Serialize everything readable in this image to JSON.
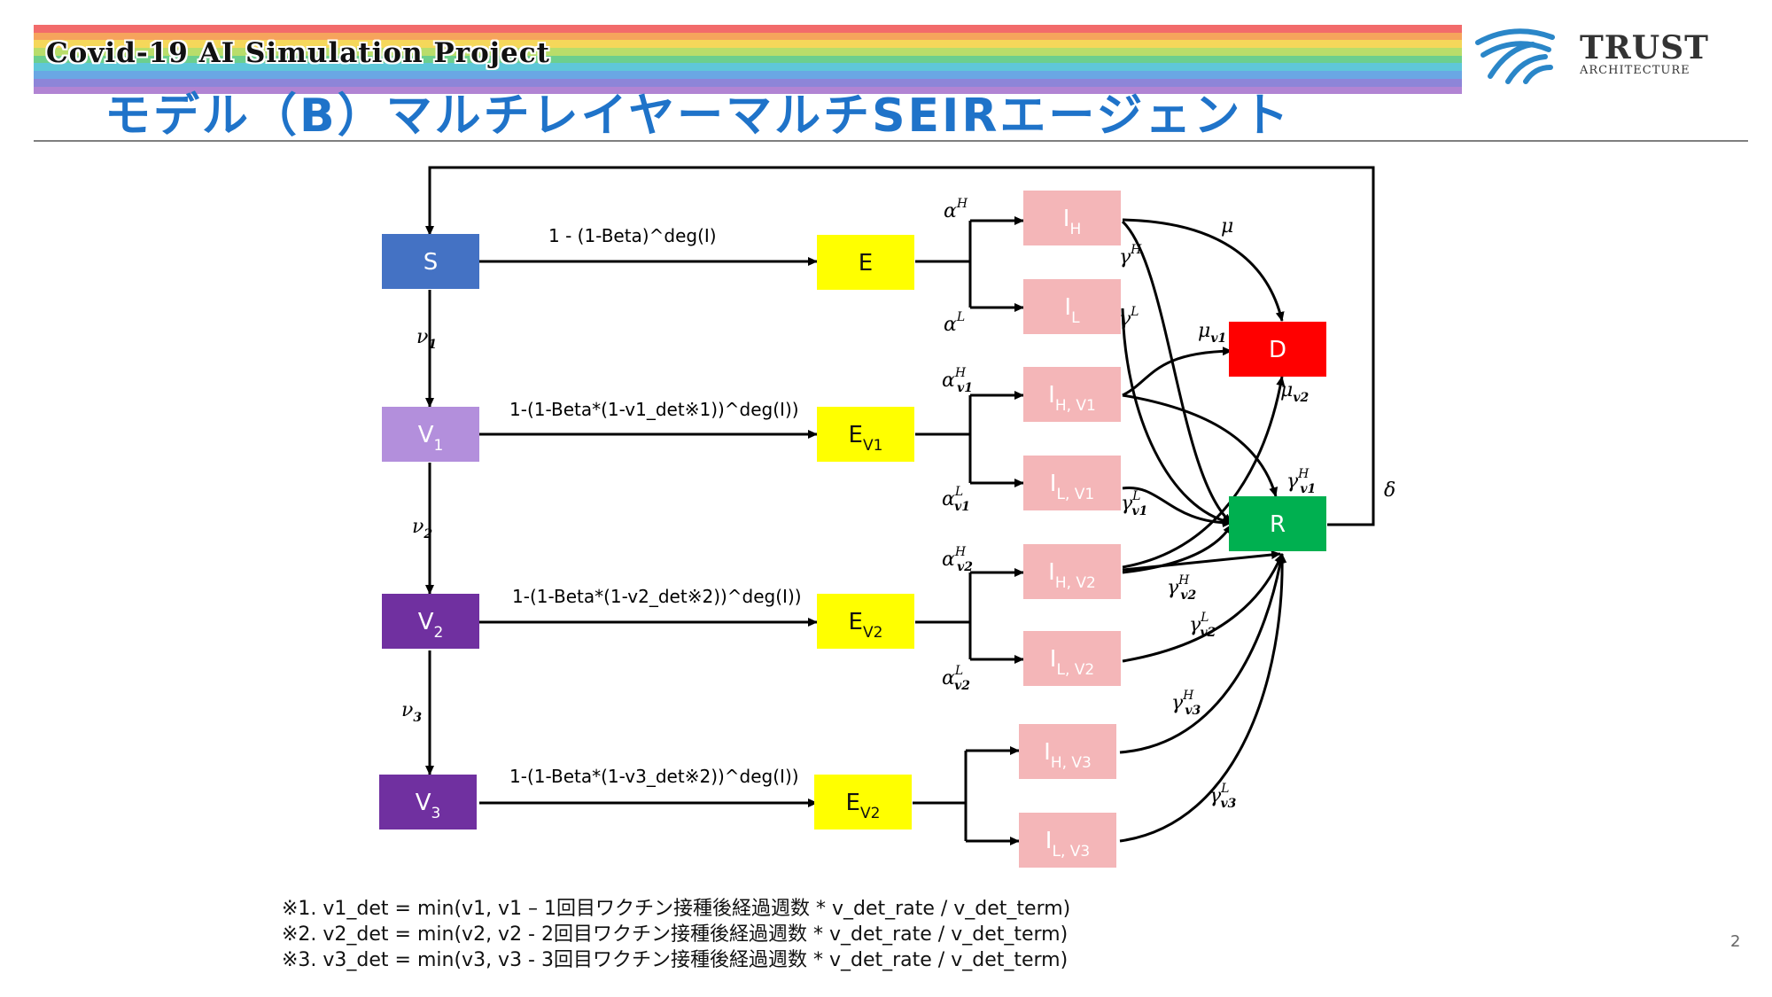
{
  "header": {
    "banner_text": "Covid-19 AI Simulation Project",
    "page_title": "モデル（B）マルチレイヤーマルチSEIRエージェント",
    "logo_word": "TRUST",
    "logo_sub": "ARCHITECTURE",
    "banner_colors": [
      "#f26b6b",
      "#f6a45c",
      "#f5d75a",
      "#b9dd6a",
      "#6ccf8e",
      "#5fc7d9",
      "#6aa7e4",
      "#8d85d8",
      "#b184d3"
    ]
  },
  "nodes": {
    "S": {
      "label": "S",
      "color": "#4472c4"
    },
    "V1": {
      "label": "V",
      "sub": "1",
      "color": "#b38fdc"
    },
    "V2": {
      "label": "V",
      "sub": "2",
      "color": "#7030a0"
    },
    "V3": {
      "label": "V",
      "sub": "3",
      "color": "#7030a0"
    },
    "E": {
      "label": "E",
      "color": "#ffff00"
    },
    "EV1": {
      "label": "E",
      "sub": "V1",
      "color": "#ffff00"
    },
    "EV2": {
      "label": "E",
      "sub": "V2",
      "color": "#ffff00"
    },
    "EV3": {
      "label": "E",
      "sub": "V2",
      "color": "#ffff00"
    },
    "IH": {
      "label": "I",
      "sub": "H",
      "color": "#f4b6b8"
    },
    "IL": {
      "label": "I",
      "sub": "L",
      "color": "#f4b6b8"
    },
    "IHV1": {
      "label": "I",
      "sub": "H, V1",
      "color": "#f4b6b8"
    },
    "ILV1": {
      "label": "I",
      "sub": "L, V1",
      "color": "#f4b6b8"
    },
    "IHV2": {
      "label": "I",
      "sub": "H, V2",
      "color": "#f4b6b8"
    },
    "ILV2": {
      "label": "I",
      "sub": "L, V2",
      "color": "#f4b6b8"
    },
    "IHV3": {
      "label": "I",
      "sub": "H, V3",
      "color": "#f4b6b8"
    },
    "ILV3": {
      "label": "I",
      "sub": "L, V3",
      "color": "#f4b6b8"
    },
    "D": {
      "label": "D",
      "color": "#ff0000"
    },
    "R": {
      "label": "R",
      "color": "#00b050"
    }
  },
  "edge_labels": {
    "s_to_e": "1 - (1-Beta)^deg(I)",
    "v1_to_ev1": "1-(1-Beta*(1-v1_det※1))^deg(I))",
    "v2_to_ev2": "1-(1-Beta*(1-v2_det※2))^deg(I))",
    "v3_to_ev3": "1-(1-Beta*(1-v3_det※2))^deg(I))",
    "nu1": {
      "base": "ν",
      "sub": "1"
    },
    "nu2": {
      "base": "ν",
      "sub": "2"
    },
    "nu3": {
      "base": "ν",
      "sub": "3"
    },
    "alpha_H": {
      "base": "α",
      "sup": "H"
    },
    "alpha_L": {
      "base": "α",
      "sup": "L"
    },
    "alpha_v1H": {
      "base": "α",
      "sup": "H",
      "sub": "v1"
    },
    "alpha_v1L": {
      "base": "α",
      "sup": "L",
      "sub": "v1"
    },
    "alpha_v2H": {
      "base": "α",
      "sup": "H",
      "sub": "v2"
    },
    "alpha_v2L": {
      "base": "α",
      "sup": "L",
      "sub": "v2"
    },
    "gamma_H": {
      "base": "γ",
      "sup": "H"
    },
    "gamma_L": {
      "base": "γ",
      "sup": "L"
    },
    "gamma_v1H": {
      "base": "γ",
      "sup": "H",
      "sub": "v1"
    },
    "gamma_v1L": {
      "base": "γ",
      "sup": "L",
      "sub": "v1"
    },
    "gamma_v2H": {
      "base": "γ",
      "sup": "H",
      "sub": "v2"
    },
    "gamma_v2L": {
      "base": "γ",
      "sup": "L",
      "sub": "v2"
    },
    "gamma_v3H": {
      "base": "γ",
      "sup": "H",
      "sub": "v3"
    },
    "gamma_v3L": {
      "base": "γ",
      "sup": "L",
      "sub": "v3"
    },
    "mu": {
      "base": "μ"
    },
    "mu_v1": {
      "base": "μ",
      "sub": "v1"
    },
    "mu_v2": {
      "base": "μ",
      "sub": "v2"
    },
    "delta": {
      "base": "δ"
    }
  },
  "notes": [
    "※1. v1_det = min(v1, v1 – 1回目ワクチン接種後経過週数 * v_det_rate / v_det_term)",
    "※2. v2_det = min(v2, v2 - 2回目ワクチン接種後経過週数 * v_det_rate / v_det_term)",
    "※3. v3_det = min(v3, v3 - 3回目ワクチン接種後経過週数 * v_det_rate / v_det_term)"
  ],
  "page_number": "2"
}
